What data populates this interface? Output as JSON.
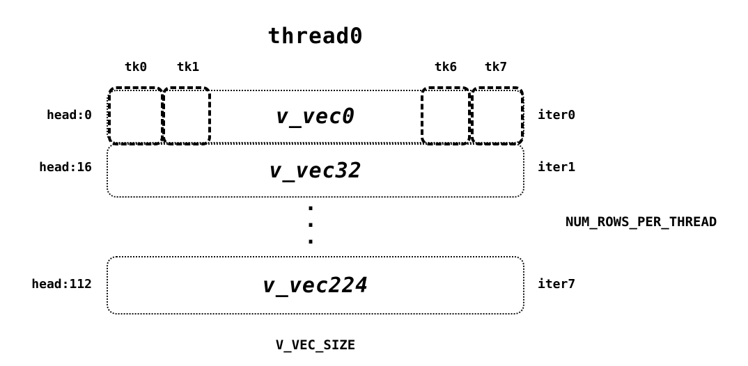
{
  "title": "thread0",
  "tk_labels": [
    "tk0",
    "tk1",
    "tk6",
    "tk7"
  ],
  "rows": [
    {
      "head": "head:0",
      "vec": "v_vec0",
      "iter": "iter0"
    },
    {
      "head": "head:16",
      "vec": "v_vec32",
      "iter": "iter1"
    },
    {
      "head": "head:112",
      "vec": "v_vec224",
      "iter": "iter7"
    }
  ],
  "ellipsis": ".\n.\n.",
  "num_rows_label": "NUM_ROWS_PER_THREAD",
  "bottom_label": "V_VEC_SIZE"
}
